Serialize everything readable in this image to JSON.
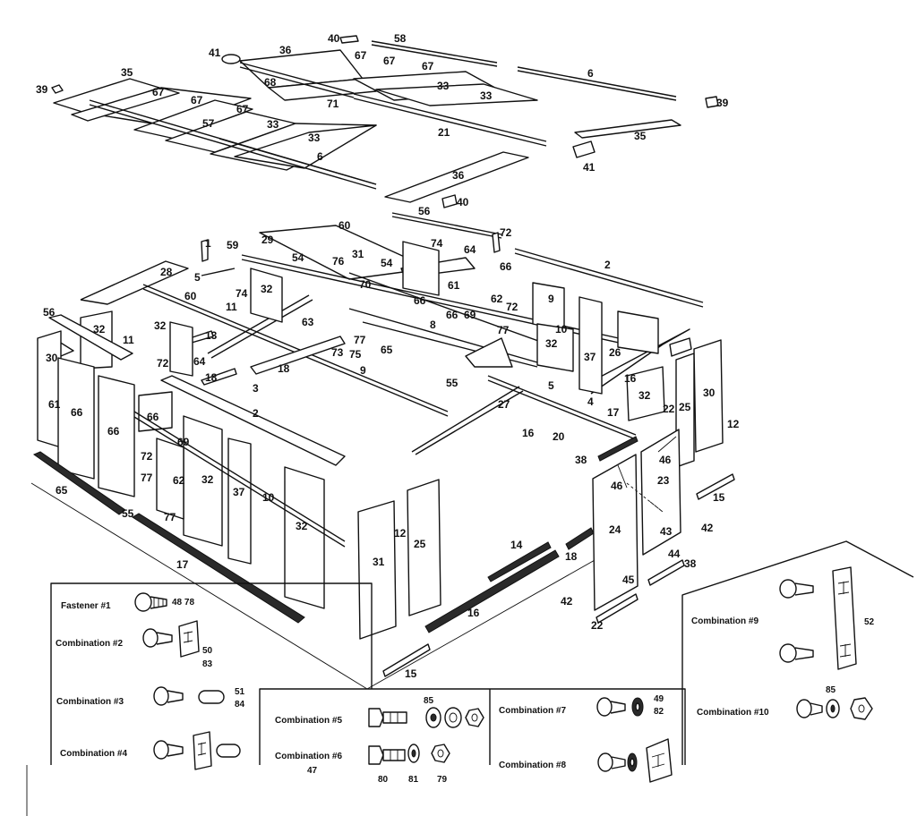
{
  "callouts": [
    {
      "id": "c40a",
      "text": "40"
    },
    {
      "id": "c58",
      "text": "58"
    },
    {
      "id": "c41a",
      "text": "41"
    },
    {
      "id": "c36a",
      "text": "36"
    },
    {
      "id": "c67a",
      "text": "67"
    },
    {
      "id": "c67b",
      "text": "67"
    },
    {
      "id": "c67c",
      "text": "67"
    },
    {
      "id": "c6a",
      "text": "6"
    },
    {
      "id": "c35a",
      "text": "35"
    },
    {
      "id": "c39a",
      "text": "39"
    },
    {
      "id": "c67d",
      "text": "67"
    },
    {
      "id": "c68",
      "text": "68"
    },
    {
      "id": "c33a",
      "text": "33"
    },
    {
      "id": "c33b",
      "text": "33"
    },
    {
      "id": "c39b",
      "text": "39"
    },
    {
      "id": "c67e",
      "text": "67"
    },
    {
      "id": "c71",
      "text": "71"
    },
    {
      "id": "c57a",
      "text": "57"
    },
    {
      "id": "c67f",
      "text": "67"
    },
    {
      "id": "c33c",
      "text": "33"
    },
    {
      "id": "c21",
      "text": "21"
    },
    {
      "id": "c35b",
      "text": "35"
    },
    {
      "id": "c33d",
      "text": "33"
    },
    {
      "id": "c6b",
      "text": "6"
    },
    {
      "id": "c41b",
      "text": "41"
    },
    {
      "id": "c36b",
      "text": "36"
    },
    {
      "id": "c40b",
      "text": "40"
    },
    {
      "id": "c56a",
      "text": "56"
    },
    {
      "id": "c60a",
      "text": "60"
    },
    {
      "id": "c72a",
      "text": "72"
    },
    {
      "id": "c1",
      "text": "1"
    },
    {
      "id": "c29",
      "text": "29"
    },
    {
      "id": "c59",
      "text": "59"
    },
    {
      "id": "c31a",
      "text": "31"
    },
    {
      "id": "c74a",
      "text": "74"
    },
    {
      "id": "c64a",
      "text": "64"
    },
    {
      "id": "c2a",
      "text": "2"
    },
    {
      "id": "c28",
      "text": "28"
    },
    {
      "id": "c5a",
      "text": "5"
    },
    {
      "id": "c54a",
      "text": "54"
    },
    {
      "id": "c76",
      "text": "76"
    },
    {
      "id": "c54b",
      "text": "54"
    },
    {
      "id": "c66a",
      "text": "66"
    },
    {
      "id": "c60b",
      "text": "60"
    },
    {
      "id": "c74b",
      "text": "74"
    },
    {
      "id": "c32a",
      "text": "32"
    },
    {
      "id": "c70",
      "text": "70"
    },
    {
      "id": "c61a",
      "text": "61"
    },
    {
      "id": "c66b",
      "text": "66"
    },
    {
      "id": "c62a",
      "text": "62"
    },
    {
      "id": "c72b",
      "text": "72"
    },
    {
      "id": "c9a",
      "text": "9"
    },
    {
      "id": "c56b",
      "text": "56"
    },
    {
      "id": "c11a",
      "text": "11"
    },
    {
      "id": "c63",
      "text": "63"
    },
    {
      "id": "c66c",
      "text": "66"
    },
    {
      "id": "c69a",
      "text": "69"
    },
    {
      "id": "c32b",
      "text": "32"
    },
    {
      "id": "c11b",
      "text": "11"
    },
    {
      "id": "c32c",
      "text": "32"
    },
    {
      "id": "c13",
      "text": "13"
    },
    {
      "id": "c77a",
      "text": "77"
    },
    {
      "id": "c8",
      "text": "8"
    },
    {
      "id": "c10a",
      "text": "10"
    },
    {
      "id": "c73",
      "text": "73"
    },
    {
      "id": "c75",
      "text": "75"
    },
    {
      "id": "c65a",
      "text": "65"
    },
    {
      "id": "c77b",
      "text": "77"
    },
    {
      "id": "c32d",
      "text": "32"
    },
    {
      "id": "c30a",
      "text": "30"
    },
    {
      "id": "c72c",
      "text": "72"
    },
    {
      "id": "c64b",
      "text": "64"
    },
    {
      "id": "c37a",
      "text": "37"
    },
    {
      "id": "c26",
      "text": "26"
    },
    {
      "id": "c18a",
      "text": "18"
    },
    {
      "id": "c18b",
      "text": "18"
    },
    {
      "id": "c9b",
      "text": "9"
    },
    {
      "id": "c3",
      "text": "3"
    },
    {
      "id": "c55a",
      "text": "55"
    },
    {
      "id": "c16a",
      "text": "16"
    },
    {
      "id": "c5b",
      "text": "5"
    },
    {
      "id": "c32e",
      "text": "32"
    },
    {
      "id": "c30b",
      "text": "30"
    },
    {
      "id": "c61b",
      "text": "61"
    },
    {
      "id": "c66d",
      "text": "66"
    },
    {
      "id": "c27",
      "text": "27"
    },
    {
      "id": "c4",
      "text": "4"
    },
    {
      "id": "c22a",
      "text": "22"
    },
    {
      "id": "c25a",
      "text": "25"
    },
    {
      "id": "c2b",
      "text": "2"
    },
    {
      "id": "c66e",
      "text": "66"
    },
    {
      "id": "c17a",
      "text": "17"
    },
    {
      "id": "c12a",
      "text": "12"
    },
    {
      "id": "c66f",
      "text": "66"
    },
    {
      "id": "c16b",
      "text": "16"
    },
    {
      "id": "c20",
      "text": "20"
    },
    {
      "id": "c69b",
      "text": "69"
    },
    {
      "id": "c38a",
      "text": "38"
    },
    {
      "id": "c46a",
      "text": "46"
    },
    {
      "id": "c72d",
      "text": "72"
    },
    {
      "id": "c32f",
      "text": "32"
    },
    {
      "id": "c23",
      "text": "23"
    },
    {
      "id": "c62b",
      "text": "62"
    },
    {
      "id": "c37b",
      "text": "37"
    },
    {
      "id": "c10b",
      "text": "10"
    },
    {
      "id": "c46b",
      "text": "46"
    },
    {
      "id": "c77c",
      "text": "77"
    },
    {
      "id": "c15a",
      "text": "15"
    },
    {
      "id": "c65b",
      "text": "65"
    },
    {
      "id": "c77d",
      "text": "77"
    },
    {
      "id": "c55b",
      "text": "55"
    },
    {
      "id": "c32g",
      "text": "32"
    },
    {
      "id": "c24",
      "text": "24"
    },
    {
      "id": "c43",
      "text": "43"
    },
    {
      "id": "c42a",
      "text": "42"
    },
    {
      "id": "c14",
      "text": "14"
    },
    {
      "id": "c18c",
      "text": "18"
    },
    {
      "id": "c44",
      "text": "44"
    },
    {
      "id": "c38b",
      "text": "38"
    },
    {
      "id": "c17b",
      "text": "17"
    },
    {
      "id": "c12b",
      "text": "12"
    },
    {
      "id": "c25b",
      "text": "25"
    },
    {
      "id": "c31b",
      "text": "31"
    },
    {
      "id": "c45",
      "text": "45"
    },
    {
      "id": "c42b",
      "text": "42"
    },
    {
      "id": "c16c",
      "text": "16"
    },
    {
      "id": "c22b",
      "text": "22"
    },
    {
      "id": "c15b",
      "text": "15"
    }
  ],
  "fasteners": [
    {
      "id": "f1",
      "label": "Fastener #1",
      "parts": "48  78"
    },
    {
      "id": "f2",
      "label": "Combination #2",
      "parts_a": "50",
      "parts_b": "83"
    },
    {
      "id": "f3",
      "label": "Combination #3",
      "parts_a": "51",
      "parts_b": "84"
    },
    {
      "id": "f4",
      "label": "Combination #4"
    },
    {
      "id": "f5",
      "label": "Combination #5",
      "parts": "85"
    },
    {
      "id": "f6",
      "label": "Combination #6",
      "extra": "47",
      "parts_a": "80",
      "parts_b": "81",
      "parts_c": "79"
    },
    {
      "id": "f7",
      "label": "Combination #7",
      "parts_a": "49",
      "parts_b": "82"
    },
    {
      "id": "f8",
      "label": "Combination #8"
    },
    {
      "id": "f9",
      "label": "Combination #9",
      "parts": "52"
    },
    {
      "id": "f10",
      "label": "Combination #10",
      "parts": "85"
    }
  ]
}
